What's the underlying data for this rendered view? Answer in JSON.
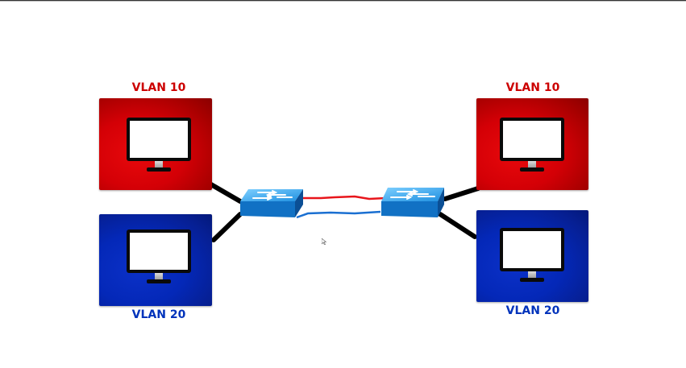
{
  "diagram": {
    "left_site": {
      "top_group": {
        "label": "VLAN 10",
        "color": "#cc0000"
      },
      "bottom_group": {
        "label": "VLAN 20",
        "color": "#0033bb"
      }
    },
    "right_site": {
      "top_group": {
        "label": "VLAN 10",
        "color": "#cc0000"
      },
      "bottom_group": {
        "label": "VLAN 20",
        "color": "#0033bb"
      }
    },
    "trunk_links": [
      {
        "vlan": "VLAN 10",
        "color": "#e8151b"
      },
      {
        "vlan": "VLAN 20",
        "color": "#1a6fd1"
      }
    ],
    "icons": [
      "monitor-icon",
      "switch-icon",
      "mouse-pointer-icon"
    ]
  }
}
